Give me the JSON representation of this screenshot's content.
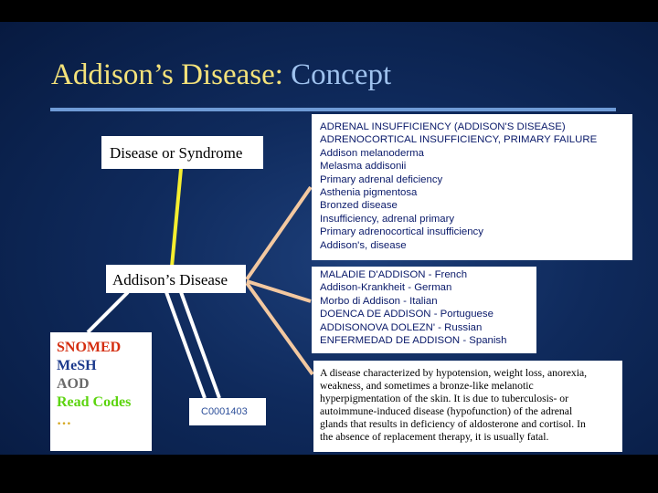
{
  "slide": {
    "title_main": "Addison’s Disease: ",
    "title_accent": "Concept"
  },
  "colors": {
    "title": "#f4e27a",
    "accent": "#9fc2ee",
    "rule": "#6f9bd6",
    "isa_link": "#f5ee2f",
    "term_link": "#f3c8a0",
    "source_link": "#ffffff",
    "coding_red": "#d42d0f",
    "coding_blue": "#1c3a8c",
    "coding_gray": "#6a6a6a",
    "coding_green": "#5cd40e",
    "coding_ellipsis": "#d4a61c"
  },
  "semantic_type": "Disease or Syndrome",
  "concept_name": "Addison’s Disease",
  "concept_id": "C0001403",
  "sources": [
    {
      "label": "SNOMED",
      "color": "#d42d0f"
    },
    {
      "label": "MeSH",
      "color": "#1c3a8c"
    },
    {
      "label": "AOD",
      "color": "#6a6a6a"
    },
    {
      "label": "Read Codes",
      "color": "#5cd40e"
    },
    {
      "label": "…",
      "color": "#d4a61c"
    }
  ],
  "synonyms": [
    "ADRENAL INSUFFICIENCY (ADDISON'S DISEASE)",
    "ADRENOCORTICAL INSUFFICIENCY, PRIMARY FAILURE",
    "Addison melanoderma",
    "Melasma addisonii",
    "Primary adrenal deficiency",
    "Asthenia pigmentosa",
    "Bronzed disease",
    "Insufficiency, adrenal primary",
    "Primary adrenocortical insufficiency",
    "Addison's, disease"
  ],
  "translations": [
    "MALADIE D'ADDISON - French",
    "Addison-Krankheit - German",
    "Morbo di Addison - Italian",
    "DOENCA DE ADDISON - Portuguese",
    "ADDISONOVA DOLEZN' - Russian",
    "ENFERMEDAD DE ADDISON - Spanish"
  ],
  "definition": [
    "A disease characterized by hypotension, weight loss, anorexia,",
    "weakness, and sometimes a bronze-like melanotic",
    "hyperpigmentation of the skin. It is due to tuberculosis- or",
    "autoimmune-induced disease (hypofunction) of the adrenal",
    "glands that results in deficiency of aldosterone and cortisol. In",
    "the absence of replacement therapy, it is usually fatal."
  ]
}
